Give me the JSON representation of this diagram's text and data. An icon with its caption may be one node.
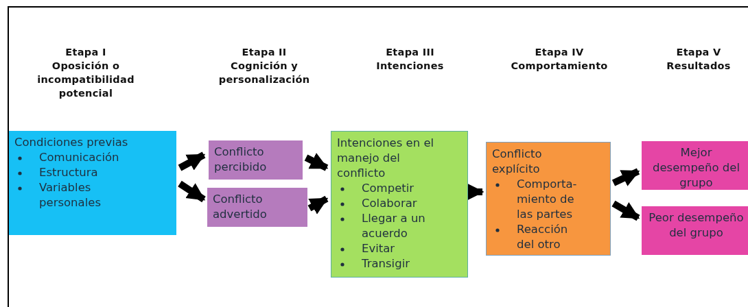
{
  "diagram": {
    "nodes": [
      {
        "text": [
          "Condiciones previas",
          "Comunicación",
          "Estructura",
          "Variables personales"
        ]
      },
      {
        "text": [
          "Conflicto percibido"
        ]
      },
      {
        "text": [
          "Conflicto advertido"
        ]
      },
      {
        "text": [
          "Intenciones en el manejo del conflicto",
          "Competir",
          "Colaborar",
          "Llegar a un acuerdo",
          "Evitar",
          "Transigir"
        ]
      },
      {
        "text": [
          "Conflicto explícito",
          "Comporta-miento de las partes",
          "Reacción del otro"
        ]
      },
      {
        "text": [
          "Mejor desempeño del grupo"
        ]
      },
      {
        "text": [
          "Peor desempeño del grupo"
        ]
      }
    ],
    "edges": [
      {
        "from": 0,
        "to": 1,
        "arrow": "to"
      },
      {
        "from": 0,
        "to": 2,
        "arrow": "to"
      },
      {
        "from": 1,
        "to": 3,
        "arrow": "to"
      },
      {
        "from": 2,
        "to": 3,
        "arrow": "to"
      },
      {
        "from": 3,
        "to": 4,
        "arrow": "to"
      },
      {
        "from": 4,
        "to": 5,
        "arrow": "to"
      },
      {
        "from": 4,
        "to": 6,
        "arrow": "to"
      }
    ],
    "labels": [
      "Etapa I",
      "Oposición o incompatibilidad potencial",
      "Etapa II",
      "Cognición y personalización",
      "Etapa III",
      "Intenciones",
      "Etapa IV",
      "Comportamiento",
      "Etapa V",
      "Resultados"
    ]
  }
}
